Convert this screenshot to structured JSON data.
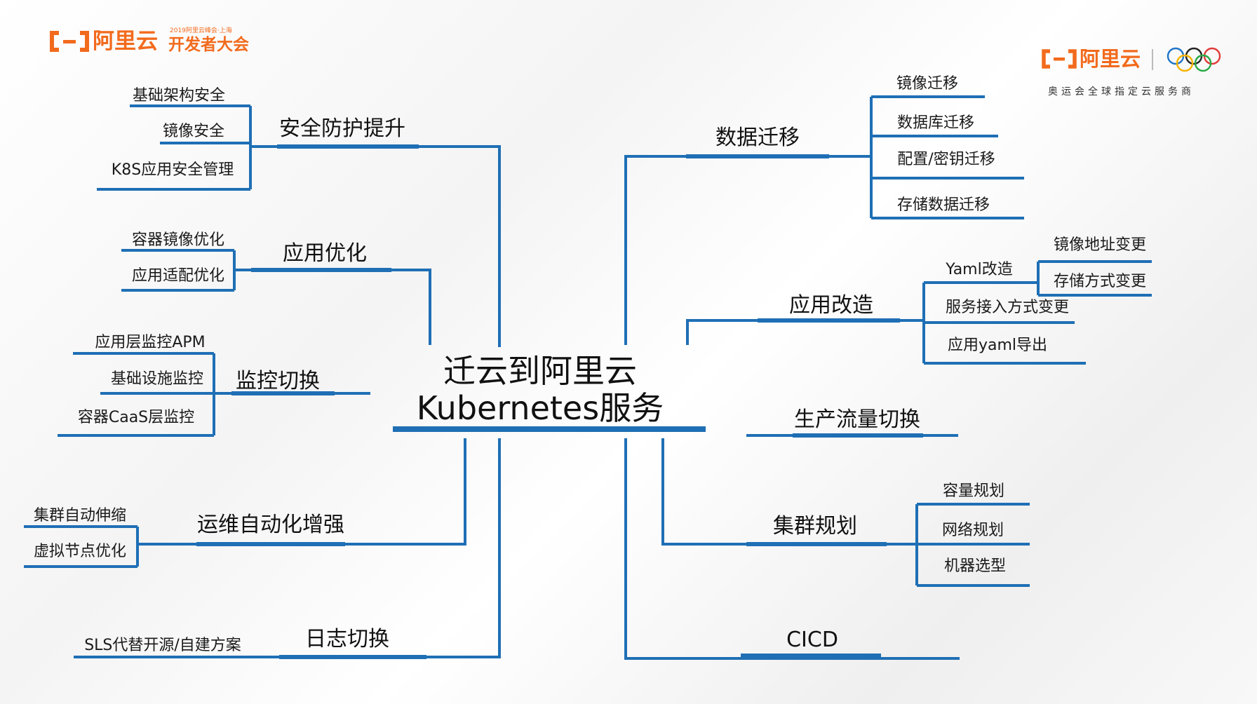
{
  "header": {
    "logo_left": {
      "brand": "阿里云",
      "event_small": "2019阿里云峰会·上海",
      "event": "开发者大会"
    },
    "logo_right": {
      "brand": "阿里云",
      "tagline": "奥运会全球指定云服务商"
    }
  },
  "colors": {
    "line": "#1f6fb5",
    "logo_orange": "#f26b1d"
  },
  "mindmap": {
    "center": {
      "line1": "迁云到阿里云",
      "line2": "Kubernetes服务"
    },
    "left": [
      {
        "label": "安全防护提升",
        "children": [
          "基础架构安全",
          "镜像安全",
          "K8S应用安全管理"
        ]
      },
      {
        "label": "应用优化",
        "children": [
          "容器镜像优化",
          "应用适配优化"
        ]
      },
      {
        "label": "监控切换",
        "children": [
          "应用层监控APM",
          "基础设施监控",
          "容器CaaS层监控"
        ]
      },
      {
        "label": "运维自动化增强",
        "children": [
          "集群自动伸缩",
          "虚拟节点优化"
        ]
      },
      {
        "label": "日志切换",
        "children": [
          "SLS代替开源/自建方案"
        ]
      }
    ],
    "right": [
      {
        "label": "数据迁移",
        "children": [
          "镜像迁移",
          "数据库迁移",
          "配置/密钥迁移",
          "存储数据迁移"
        ]
      },
      {
        "label": "应用改造",
        "children": [
          {
            "label": "Yaml改造",
            "children": [
              "镜像地址变更",
              "存储方式变更"
            ]
          },
          "服务接入方式变更",
          "应用yaml导出"
        ]
      },
      {
        "label": "生产流量切换",
        "children": []
      },
      {
        "label": "集群规划",
        "children": [
          "容量规划",
          "网络规划",
          "机器选型"
        ]
      },
      {
        "label": "CICD",
        "children": []
      }
    ]
  }
}
